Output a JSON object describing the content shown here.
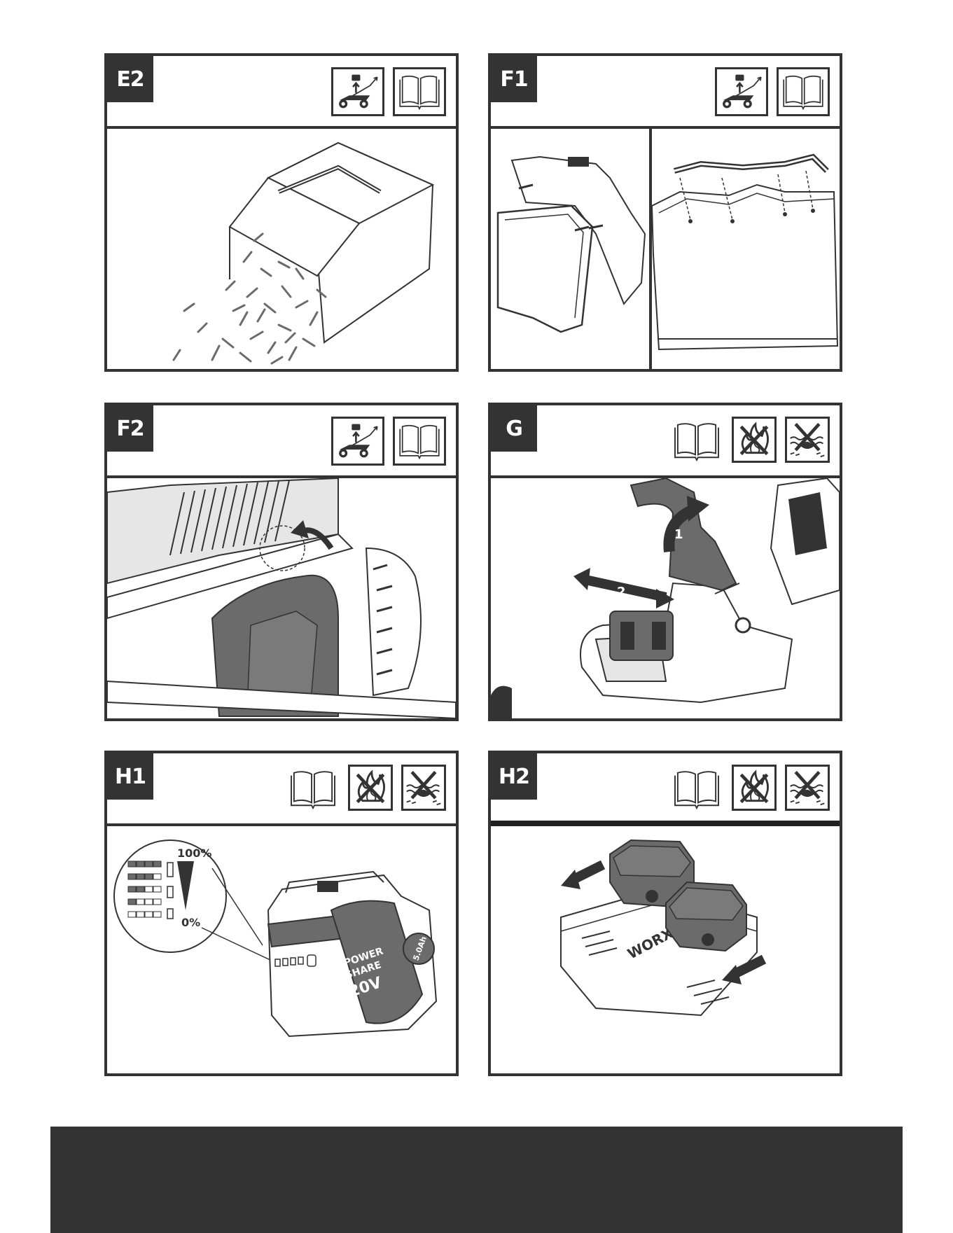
{
  "colors": {
    "dark": "#333333",
    "grey": "#6b6b6b",
    "light": "#bdbdbd",
    "white": "#ffffff"
  },
  "panels": [
    {
      "label": "E2",
      "icons": [
        "mower-remove-icon",
        "manual-book-icon"
      ]
    },
    {
      "label": "F1",
      "icons": [
        "mower-remove-icon",
        "manual-book-icon"
      ]
    },
    {
      "label": "F2",
      "icons": [
        "mower-remove-icon",
        "manual-book-icon"
      ]
    },
    {
      "label": "G",
      "icons": [
        "manual-book-icon",
        "no-fire-icon",
        "no-water-icon"
      ]
    },
    {
      "label": "H1",
      "icons": [
        "manual-book-icon",
        "no-fire-icon",
        "no-water-icon"
      ]
    },
    {
      "label": "H2",
      "icons": [
        "manual-book-icon",
        "no-fire-icon",
        "no-water-icon"
      ]
    }
  ],
  "figure_g": {
    "step1": "1",
    "step2": "2"
  },
  "figure_h1": {
    "full": "100%",
    "empty": "0%",
    "battery_text": [
      "POWER",
      "SHARE",
      "20V"
    ],
    "capacity": "5.0Ah"
  },
  "figure_h2": {
    "brand": "WORX"
  }
}
